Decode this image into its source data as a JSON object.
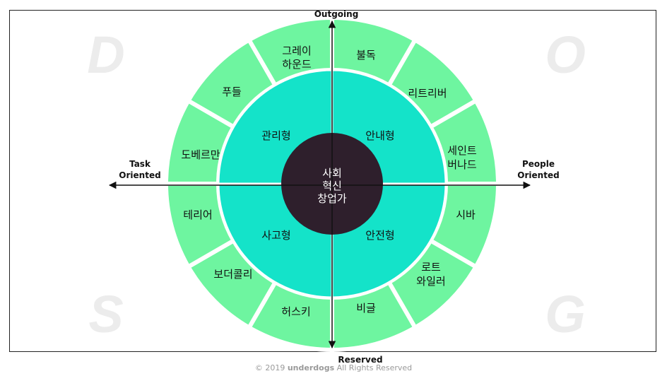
{
  "corner_letters": [
    "D",
    "O",
    "S",
    "G"
  ],
  "axes": {
    "top": "Outgoing",
    "bottom": "Reserved",
    "left": [
      "Task",
      "Oriented"
    ],
    "right": [
      "People",
      "Oriented"
    ]
  },
  "center": [
    "사회",
    "혁신",
    "창업가"
  ],
  "quadrants": [
    "관리형",
    "안내형",
    "사고형",
    "안전형"
  ],
  "breeds": [
    [
      "그레이",
      "하운드"
    ],
    [
      "불독"
    ],
    [
      "리트리버"
    ],
    [
      "세인트",
      "버나드"
    ],
    [
      "시바"
    ],
    [
      "로트",
      "와일러"
    ],
    [
      "비글"
    ],
    [
      "허스키"
    ],
    [
      "보더콜리"
    ],
    [
      "테리어"
    ],
    [
      "도베르만"
    ],
    [
      "푸들"
    ]
  ],
  "footer": {
    "prefix": "© 2019",
    "brand": "underdogs",
    "suffix": "All Rights Reserved"
  },
  "colors": {
    "outer_ring": "#6ef5a0",
    "inner_ring": "#14e3c9",
    "center": "#2e1f2c",
    "letters": "#ececec"
  }
}
